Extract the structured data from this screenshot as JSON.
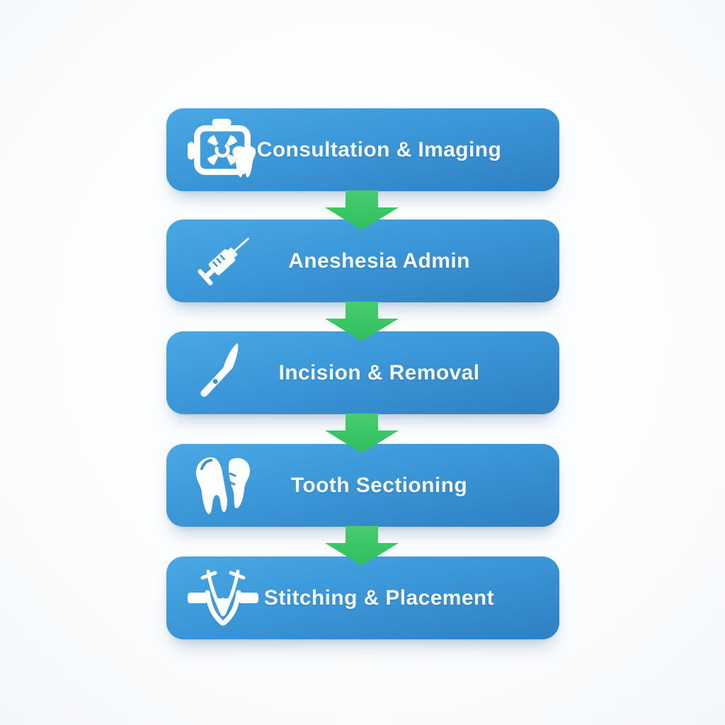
{
  "page": {
    "background_color": "#fcfdfe"
  },
  "flowchart": {
    "box_color_top": "#4aa8e4",
    "box_color_bottom": "#2e80c2",
    "arrow_color_top": "#47cd6e",
    "arrow_color_bottom": "#2fbf5e",
    "label_color": "#f3f8fc",
    "icon_color": "#ffffff",
    "steps": [
      {
        "label": "Consultation & Imaging",
        "icon": "xray-imaging-icon"
      },
      {
        "label": "Aneshesia Admin",
        "icon": "syringe-icon"
      },
      {
        "label": "Incision & Removal",
        "icon": "scalpel-icon"
      },
      {
        "label": "Tooth Sectioning",
        "icon": "sectioned-tooth-icon"
      },
      {
        "label": "Stitching & Placement",
        "icon": "suture-icon"
      }
    ],
    "connector": {
      "type": "down-arrow",
      "count": 4
    }
  }
}
